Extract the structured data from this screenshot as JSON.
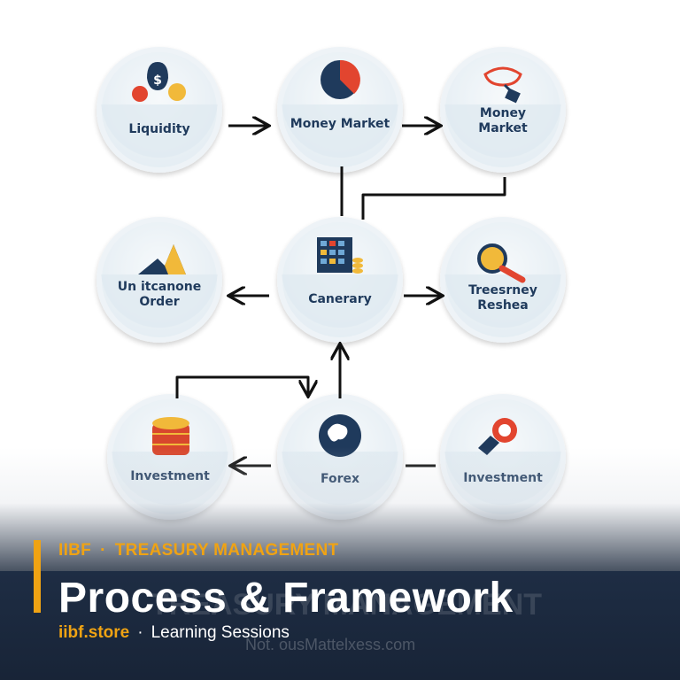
{
  "diagram": {
    "nodes": [
      {
        "id": "liquidity",
        "lines": [
          "Liquidity"
        ],
        "icon": "money-bags-icon"
      },
      {
        "id": "money-market-1",
        "lines": [
          "Money Market"
        ],
        "icon": "pie-chart-icon"
      },
      {
        "id": "money-market-2",
        "lines": [
          "Money",
          "Market"
        ],
        "icon": "lasso-tag-icon"
      },
      {
        "id": "order",
        "lines": [
          "Un itcanone",
          "Order"
        ],
        "icon": "mountain-icon"
      },
      {
        "id": "canerary",
        "lines": [
          "Canerary"
        ],
        "icon": "building-coins-icon"
      },
      {
        "id": "research",
        "lines": [
          "Treesrney",
          "Reshea"
        ],
        "icon": "magnifier-icon"
      },
      {
        "id": "investment-1",
        "lines": [
          "Investment"
        ],
        "icon": "coin-stack-icon"
      },
      {
        "id": "forex",
        "lines": [
          "Forex"
        ],
        "icon": "globe-icon"
      },
      {
        "id": "investment-2",
        "lines": [
          "Investment"
        ],
        "icon": "hand-coin-icon"
      }
    ]
  },
  "banner": {
    "brand": "IIBF",
    "separator": "·",
    "category": "TREASURY MANAGEMENT",
    "ghost_text": "TREASURY MANAGEMENT",
    "title": "Process & Framework",
    "site": "iibf.store",
    "tagline": "Learning Sessions",
    "watermark": "Not. ousMattelxess.com"
  },
  "colors": {
    "navy": "#1f3a5c",
    "accent": "#f0a313",
    "red": "#e2452f",
    "banner": "#1c2a40"
  }
}
